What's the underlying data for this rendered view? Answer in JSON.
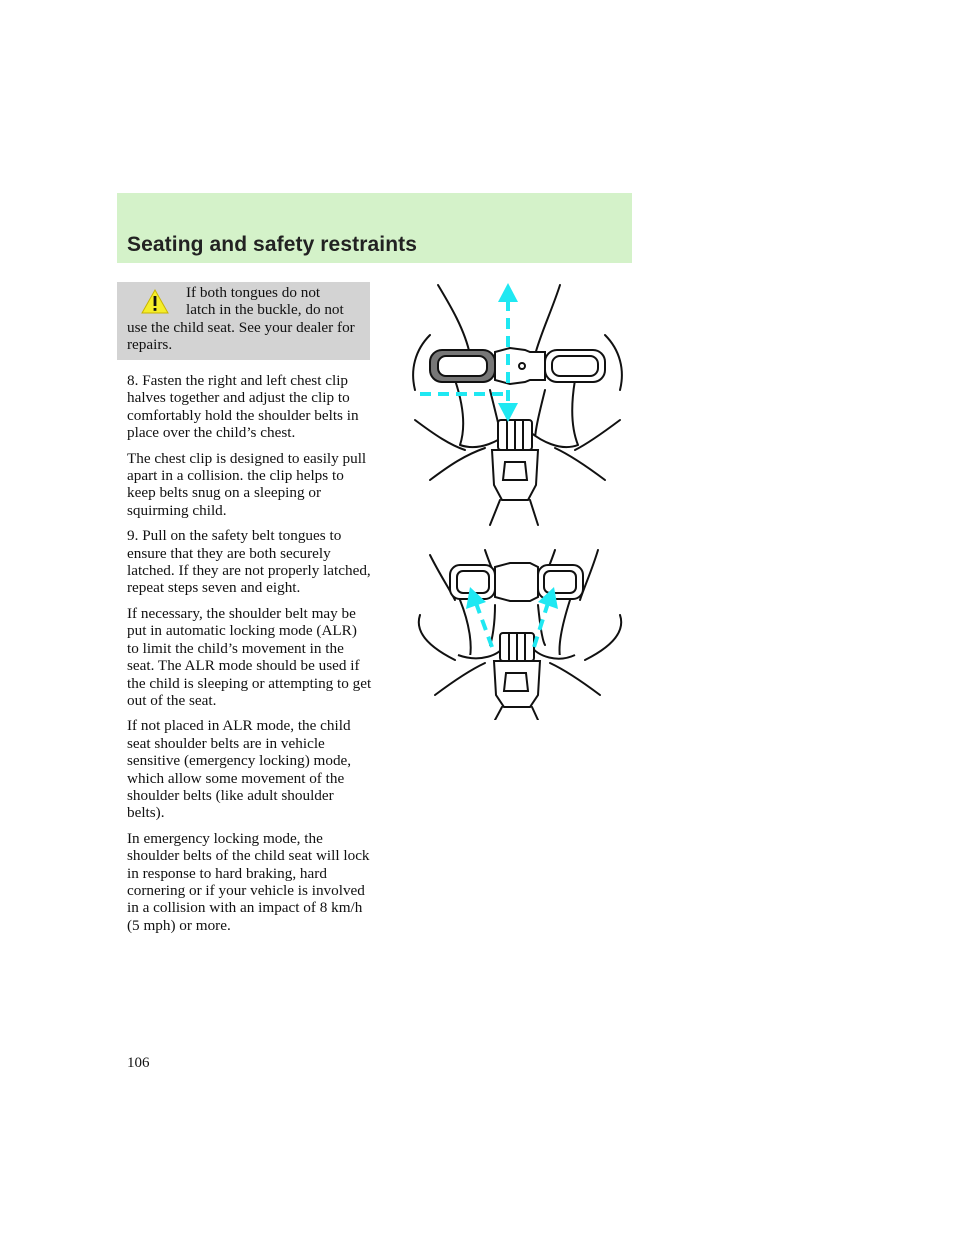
{
  "header": {
    "title": "Seating and safety restraints"
  },
  "warning": {
    "line1": "If both tongues do not",
    "line2": "latch in the buckle, do not",
    "rest": "use the child seat. See your dealer for repairs."
  },
  "paragraphs": [
    "8. Fasten the right and left chest clip halves together and adjust the clip to comfortably hold the shoulder belts in place over the child’s chest.",
    "The chest clip is designed to easily pull apart in a collision. the clip helps to keep belts snug on a sleeping or squirming child.",
    "9. Pull on the safety belt tongues to ensure that they are both securely latched. If they are not properly latched, repeat steps seven and eight.",
    "If necessary, the shoulder belt may be put in automatic locking mode (ALR) to limit the child’s movement in the seat. The ALR mode should be used if the child is sleeping or attempting to get out of the seat.",
    "If not placed in ALR mode, the child seat shoulder belts are in vehicle sensitive (emergency locking) mode, which allow some movement of the shoulder belts (like adult shoulder belts).",
    "In emergency locking mode, the shoulder belts of the child seat will lock in response to hard braking, hard cornering or if your vehicle is involved in a collision with an impact of 8 km/h (5 mph) or more."
  ],
  "page_number": "106",
  "colors": {
    "header_band": "#d4f2c9",
    "warning_box": "#d3d3d3",
    "arrow": "#1fe8f2",
    "warning_icon": "#f5ee2a"
  },
  "icons": {
    "warning": "warning-triangle-icon"
  }
}
